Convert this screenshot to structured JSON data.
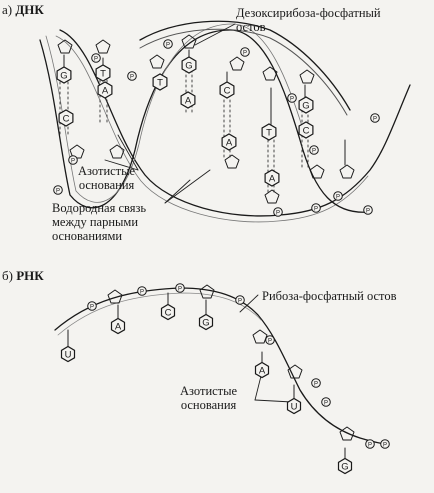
{
  "panel_a": {
    "marker": "а)",
    "title": "ДНК",
    "labels": {
      "backbone": [
        "Дезоксирибоза-фосфатный",
        "остов"
      ],
      "bases": [
        "Азотистые",
        "основания"
      ],
      "hbond": [
        "Водородная связь",
        "между парными",
        "основаниями"
      ]
    },
    "base_letters": [
      "G",
      "C",
      "T",
      "A",
      "T",
      "G",
      "A",
      "C",
      "A",
      "T",
      "A",
      "G",
      "C"
    ],
    "phosphate_letter": "P"
  },
  "panel_b": {
    "marker": "б)",
    "title": "РНК",
    "labels": {
      "backbone": "Рибоза-фосфатный остов",
      "bases": [
        "Азотистые",
        "основания"
      ]
    },
    "base_letters": [
      "U",
      "A",
      "C",
      "G",
      "A",
      "U",
      "G"
    ],
    "phosphate_letter": "P"
  },
  "colors": {
    "ink": "#1a1a1a",
    "background": "#f4f3f0"
  }
}
